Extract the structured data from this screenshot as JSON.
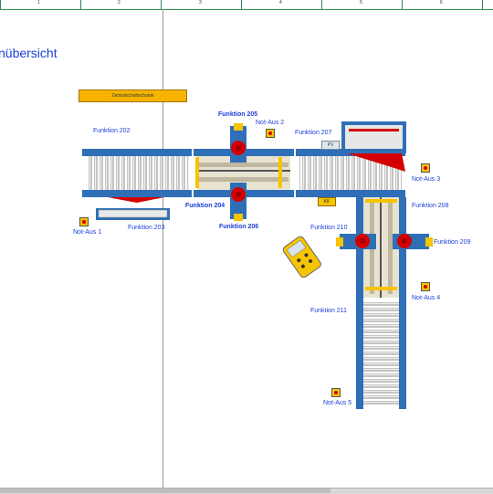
{
  "header": {
    "title": "nübersicht",
    "ruler_numbers": [
      "1",
      "2",
      "3",
      "4",
      "5",
      "6"
    ]
  },
  "cabinet": {
    "label": "Zentralschaltschrank"
  },
  "functions": {
    "f202": "Funktion 202",
    "f203": "Funktion 203",
    "f204": "Funktion 204",
    "f205": "Funktion 205",
    "f206": "Funktion 206",
    "f207": "Funktion 207",
    "f208": "Funktion 208",
    "f209": "Funktion 209",
    "f210": "Funktion 210",
    "f211": "Funktion 211"
  },
  "estops": {
    "e1": "Not-Aus 1",
    "e2": "Not-Aus 2",
    "e3": "Not-Aus 3",
    "e4": "Not-Aus 4",
    "e5": "Not-Aus 5"
  },
  "tags": {
    "pv": "PV",
    "kk": "KK"
  },
  "colors": {
    "frame_blue": "#2f6fb7",
    "roller_grey": "#c9c9c9",
    "label_blue": "#1a3fd8",
    "cabinet_orange": "#f6b400",
    "estop_red": "#d40000"
  }
}
